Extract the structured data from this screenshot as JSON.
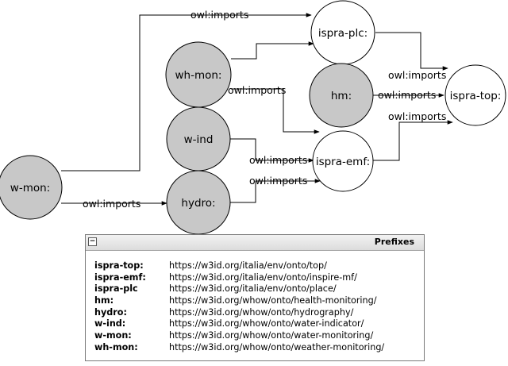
{
  "diagram": {
    "nodes": [
      {
        "id": "ispra-plc",
        "label": "ispra-plc:",
        "fill": "#ffffff"
      },
      {
        "id": "wh-mon",
        "label": "wh-mon:",
        "fill": "#c8c8c8"
      },
      {
        "id": "hm",
        "label": "hm:",
        "fill": "#c8c8c8"
      },
      {
        "id": "w-ind",
        "label": "w-ind",
        "fill": "#c8c8c8"
      },
      {
        "id": "ispra-emf",
        "label": "ispra-emf:",
        "fill": "#ffffff"
      },
      {
        "id": "ispra-top",
        "label": "ispra-top:",
        "fill": "#ffffff"
      },
      {
        "id": "w-mon",
        "label": "w-mon:",
        "fill": "#c8c8c8"
      },
      {
        "id": "hydro",
        "label": "hydro:",
        "fill": "#c8c8c8"
      }
    ],
    "edges": [
      {
        "from": "w-mon",
        "to": "ispra-plc",
        "label": "owl:imports"
      },
      {
        "from": "wh-mon",
        "to": "ispra-plc",
        "label": ""
      },
      {
        "from": "wh-mon",
        "to": "ispra-emf",
        "label": "owl:imports"
      },
      {
        "from": "ispra-plc",
        "to": "ispra-top",
        "label": "owl:imports"
      },
      {
        "from": "hm",
        "to": "ispra-top",
        "label": "owl:imports"
      },
      {
        "from": "ispra-emf",
        "to": "ispra-top",
        "label": "owl:imports"
      },
      {
        "from": "w-ind",
        "to": "ispra-emf",
        "label": "owl:imports"
      },
      {
        "from": "hydro",
        "to": "ispra-emf",
        "label": "owl:imports"
      },
      {
        "from": "w-mon",
        "to": "hydro",
        "label": "owl:imports"
      }
    ]
  },
  "prefix_panel": {
    "title": "Prefixes",
    "toggle": "−",
    "rows": [
      {
        "prefix": "ispra-top:",
        "uri": "https://w3id.org/italia/env/onto/top/"
      },
      {
        "prefix": "ispra-emf:",
        "uri": "https://w3id.org/italia/env/onto/inspire-mf/"
      },
      {
        "prefix": "ispra-plc",
        "uri": "https://w3id.org/italia/env/onto/place/"
      },
      {
        "prefix": "hm:",
        "uri": "https://w3id.org/whow/onto/health-monitoring/"
      },
      {
        "prefix": "hydro:",
        "uri": "https://w3id.org/whow/onto/hydrography/"
      },
      {
        "prefix": "w-ind:",
        "uri": "https://w3id.org/whow/onto/water-indicator/"
      },
      {
        "prefix": "w-mon:",
        "uri": "https://w3id.org/whow/onto/water-monitoring/"
      },
      {
        "prefix": "wh-mon:",
        "uri": "https://w3id.org/whow/onto/weather-monitoring/"
      }
    ]
  }
}
